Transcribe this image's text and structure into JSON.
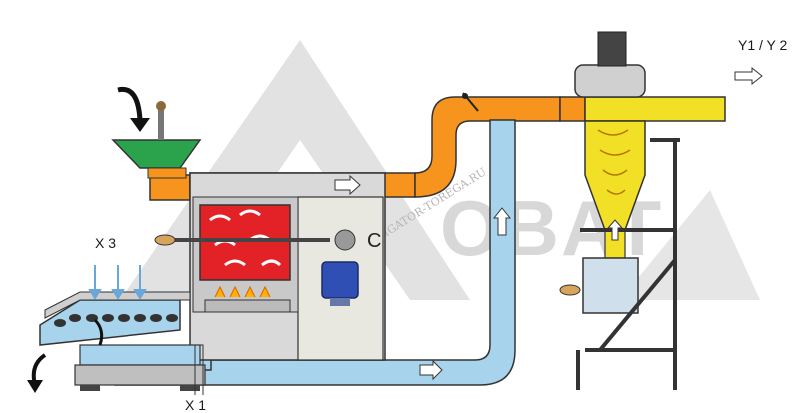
{
  "labels": {
    "output": "Y1 / Y 2",
    "input_top": "X 3",
    "input_bottom": "X 1"
  },
  "watermark": {
    "brand": "OBAT",
    "site": "NAVIGATOR-TOREGA.RU"
  },
  "colors": {
    "hot_duct": "#f7941d",
    "cold_duct": "#a8d3ec",
    "cyclone": "#f2e027",
    "drum": "#e32227",
    "hopper": "#2ba24c",
    "machine_body": "#d9d9d9",
    "outline": "#333333"
  },
  "icons": [
    "arrow-down-icon",
    "arrow-right-icon",
    "arrow-up-icon",
    "curved-arrow-icon",
    "motor-icon",
    "fan-icon",
    "flame-icon",
    "valve-icon",
    "handle-icon"
  ]
}
